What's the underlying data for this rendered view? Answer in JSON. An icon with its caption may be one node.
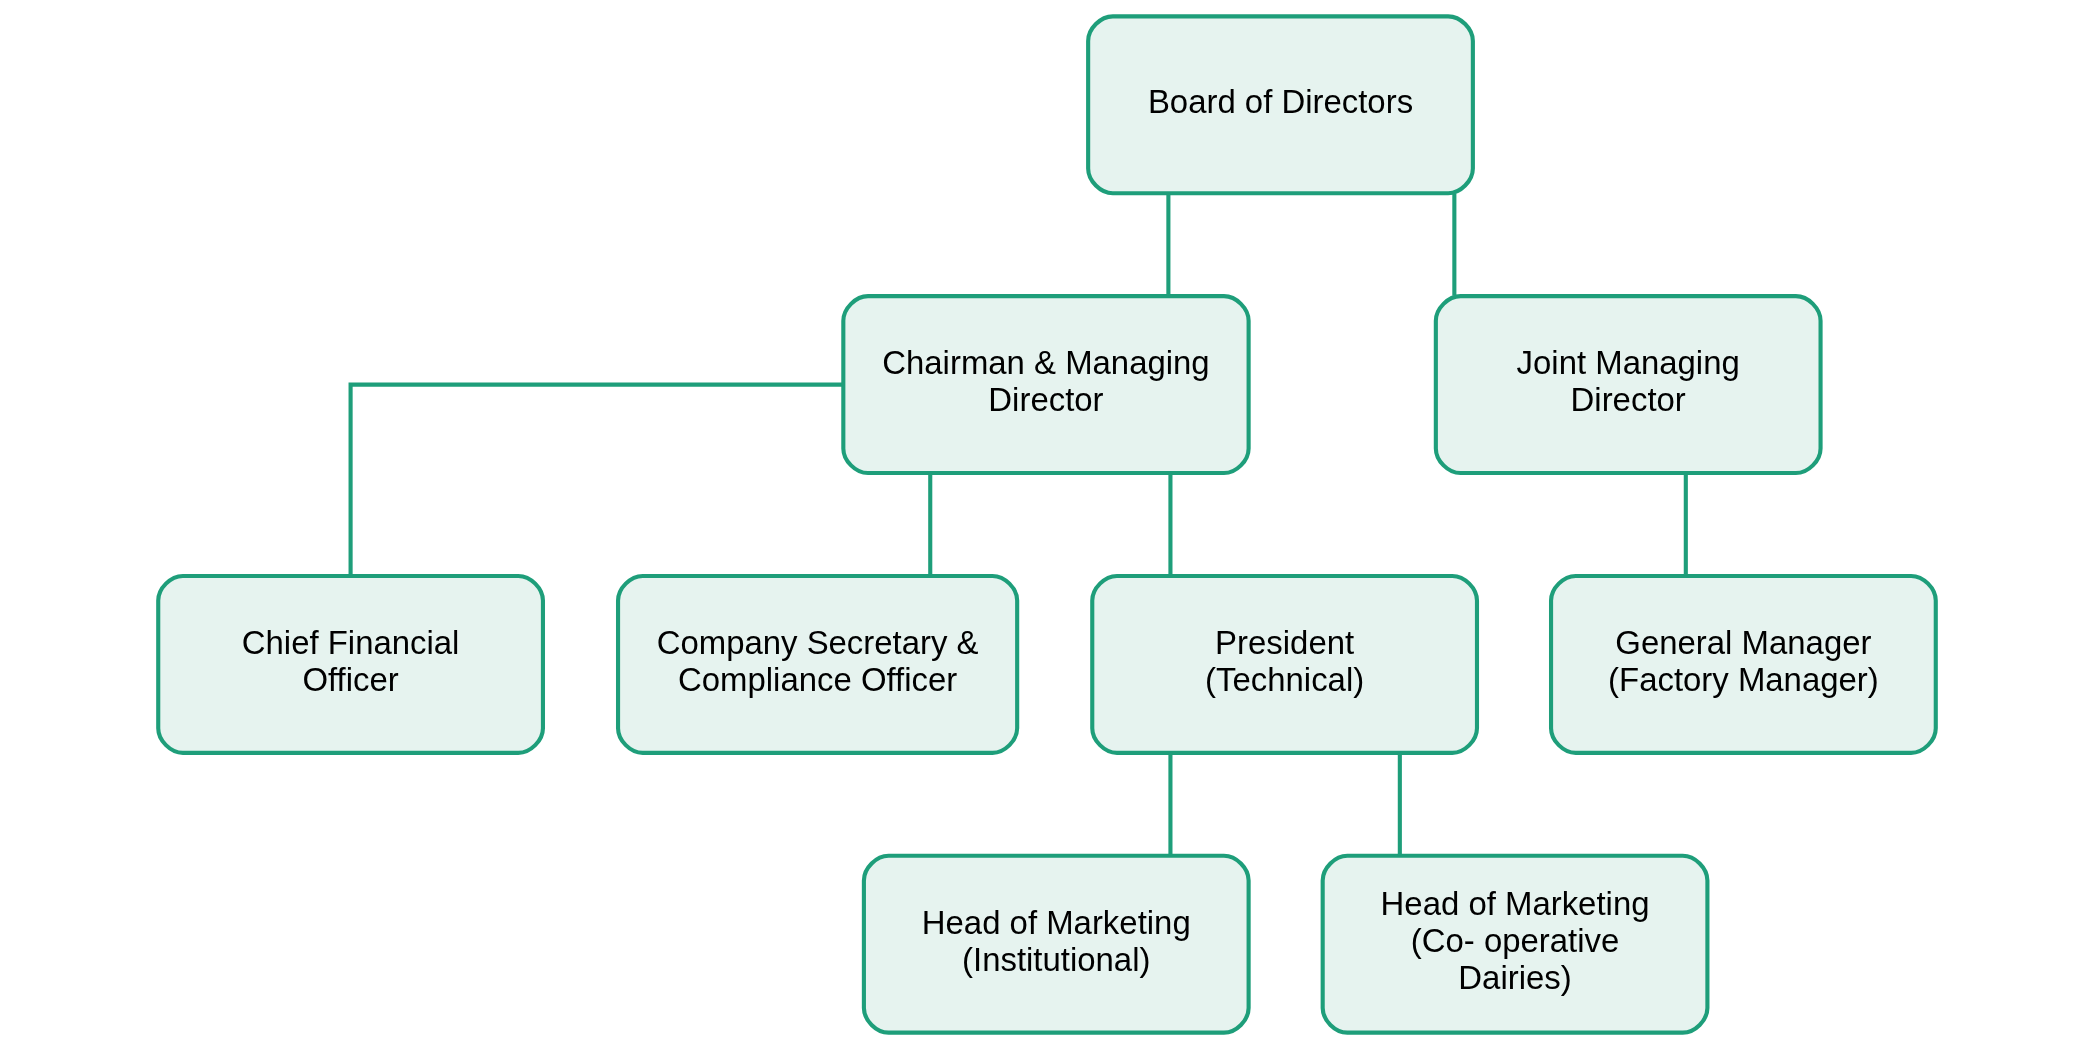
{
  "diagram": {
    "nodes": [
      {
        "text": [
          "Board of Directors"
        ]
      },
      {
        "text": [
          "Chairman & Managing Director"
        ]
      },
      {
        "text": [
          "Joint Managing Director"
        ]
      },
      {
        "text": [
          "Chief Financial Officer"
        ]
      },
      {
        "text": [
          "Company Secretary & Compliance Officer"
        ]
      },
      {
        "text": [
          "President (Technical)"
        ]
      },
      {
        "text": [
          "General Manager (Factory Manager)"
        ]
      },
      {
        "text": [
          "Head of Marketing (Institutional)"
        ]
      },
      {
        "text": [
          "Head of Marketing (Co- operative Dairies)"
        ]
      }
    ],
    "edges": [
      {
        "from": 0,
        "to": 1,
        "arrow": "none"
      },
      {
        "from": 0,
        "to": 2,
        "arrow": "none"
      },
      {
        "from": 1,
        "to": 3,
        "arrow": "none"
      },
      {
        "from": 1,
        "to": 4,
        "arrow": "none"
      },
      {
        "from": 1,
        "to": 5,
        "arrow": "none"
      },
      {
        "from": 2,
        "to": 6,
        "arrow": "none"
      },
      {
        "from": 5,
        "to": 7,
        "arrow": "none"
      },
      {
        "from": 5,
        "to": 8,
        "arrow": "none"
      }
    ]
  }
}
